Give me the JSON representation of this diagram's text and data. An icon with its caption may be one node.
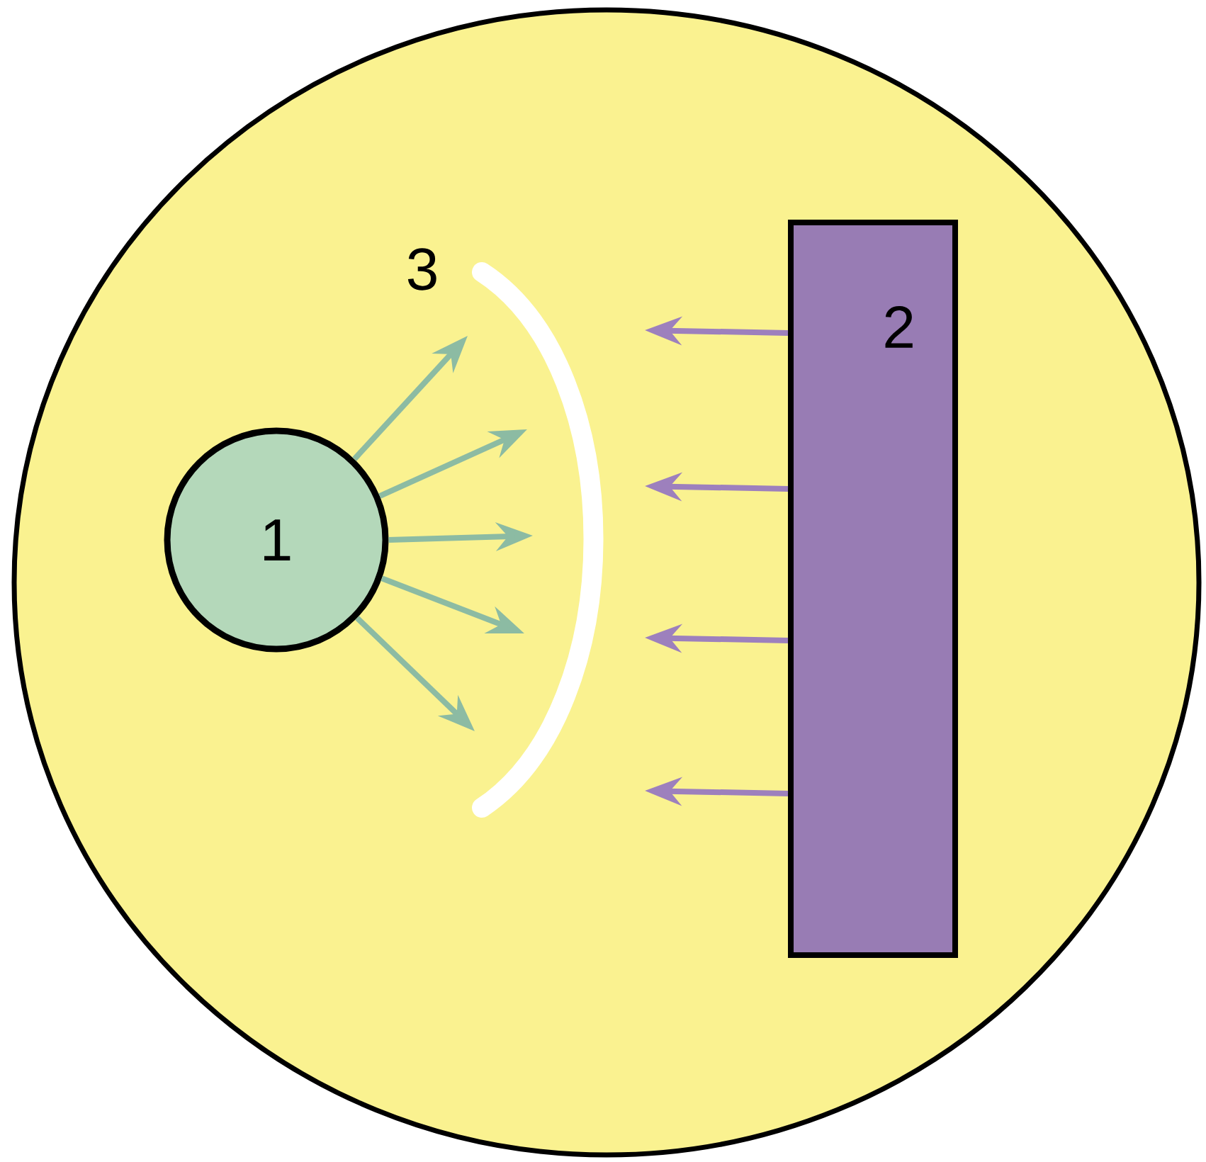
{
  "diagram": {
    "nodes": [
      {
        "text": [],
        "shape": "circle"
      },
      {
        "text": [
          "1"
        ],
        "in": 0
      },
      {
        "text": [
          "2"
        ],
        "in": 0
      },
      {
        "text": [
          "3"
        ],
        "in": 0
      }
    ],
    "edges": [
      {
        "from": 1,
        "to": 3,
        "arrow": "to"
      },
      {
        "from": 1,
        "to": 3,
        "arrow": "to"
      },
      {
        "from": 1,
        "to": 3,
        "arrow": "to"
      },
      {
        "from": 1,
        "to": 3,
        "arrow": "to"
      },
      {
        "from": 1,
        "to": 3,
        "arrow": "to"
      },
      {
        "from": 2,
        "to": null,
        "arrow": "to",
        "color": "#9d80bd"
      },
      {
        "from": 2,
        "to": null,
        "arrow": "to",
        "color": "#9d80bd"
      },
      {
        "from": 2,
        "to": null,
        "arrow": "to",
        "color": "#9d80bd"
      },
      {
        "from": 2,
        "to": null,
        "arrow": "to",
        "color": "#9d80bd"
      }
    ]
  }
}
